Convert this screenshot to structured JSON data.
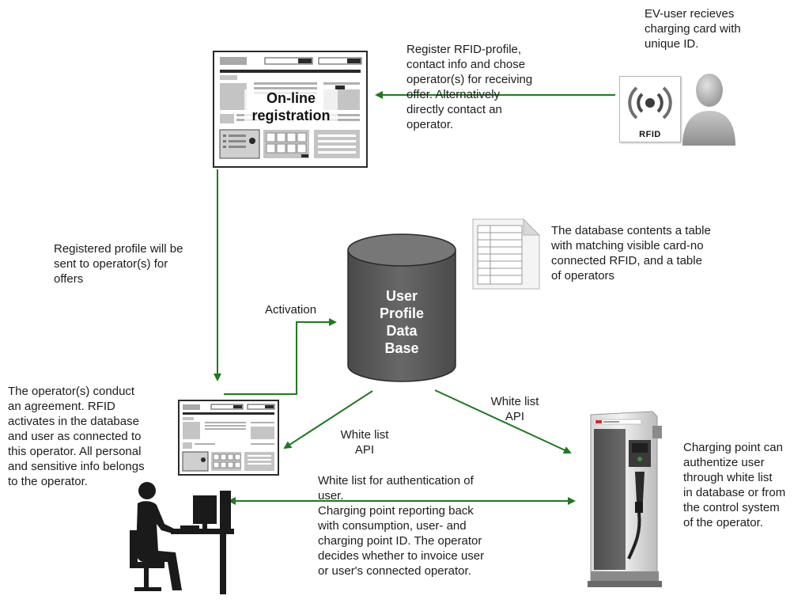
{
  "labels": {
    "ev_user": [
      "EV-user recieves",
      "charging card with",
      "unique ID."
    ],
    "register_step": [
      "Register RFID-profile,",
      "contact info and chose",
      "operator(s) for receiving",
      "offer. Alternatively",
      "directly contact an",
      "operator."
    ],
    "online_registration": [
      "On-line",
      "registration"
    ],
    "registered_profile": [
      "Registered profile will be",
      "sent to operator(s) for",
      "offers"
    ],
    "activation": "Activation",
    "database": [
      "User",
      "Profile",
      "Data",
      "Base"
    ],
    "database_note": [
      "The database contents a table",
      "with matching visible card-no",
      "connected RFID, and a table",
      "of operators"
    ],
    "operator_note": [
      "The operator(s) conduct",
      "an agreement. RFID",
      "activates in the database",
      "and user as connected to",
      "this operator. All personal",
      "and sensitive info belongs",
      "to the operator."
    ],
    "white_list_api_left": [
      "White list",
      "API"
    ],
    "white_list_api_right": [
      "White list",
      "API"
    ],
    "auth_note": [
      "White list for authentication of",
      "user.",
      "Charging point reporting back",
      "with consumption, user- and",
      "charging point ID. The operator",
      "decides whether to invoice user",
      "or user's connected operator."
    ],
    "charging_point_note": [
      "Charging point can",
      "authentize user",
      "through white list",
      "in database or from",
      "the control system",
      "of the operator."
    ],
    "rfid_card": "RFID"
  },
  "icons": {
    "ev_user": "person-silhouette-icon",
    "rfid_card": "rfid-card-icon",
    "online_registration": "web-form-icon",
    "operator_form": "web-form-icon",
    "database": "database-cylinder-icon",
    "table_document": "table-document-icon",
    "operator": "person-at-computer-icon",
    "charger": "ev-charger-icon"
  },
  "colors": {
    "arrow": "#1e7a1e",
    "database_fill": "#5f5f5f",
    "text": "#1c1c1c"
  }
}
